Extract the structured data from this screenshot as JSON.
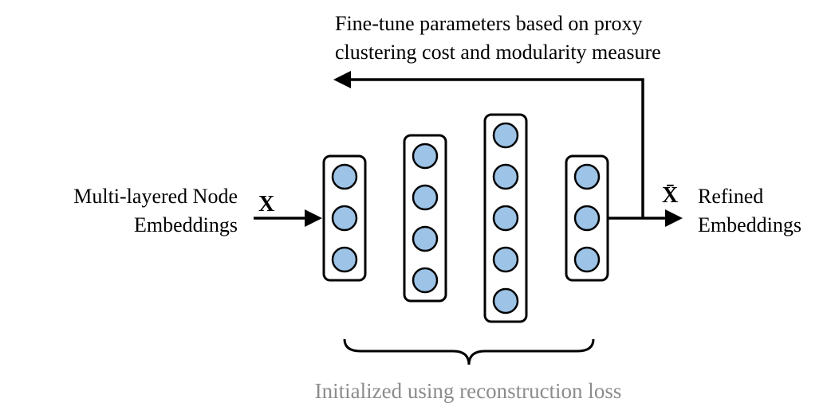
{
  "feedback": {
    "line1": "Fine-tune parameters based on proxy",
    "line2": "clustering cost and modularity measure"
  },
  "input": {
    "label_line1": "Multi-layered Node",
    "label_line2": "Embeddings",
    "symbol": "X"
  },
  "output": {
    "symbol": "X̄",
    "label_line1": "Refined",
    "label_line2": "Embeddings"
  },
  "layers": [
    {
      "nodes": 3
    },
    {
      "nodes": 4
    },
    {
      "nodes": 5
    },
    {
      "nodes": 3
    }
  ],
  "brace_caption": "Initialized using reconstruction loss",
  "colors": {
    "node_fill": "#9dc3e6",
    "stroke": "#000000",
    "caption": "#8c8c8c"
  }
}
